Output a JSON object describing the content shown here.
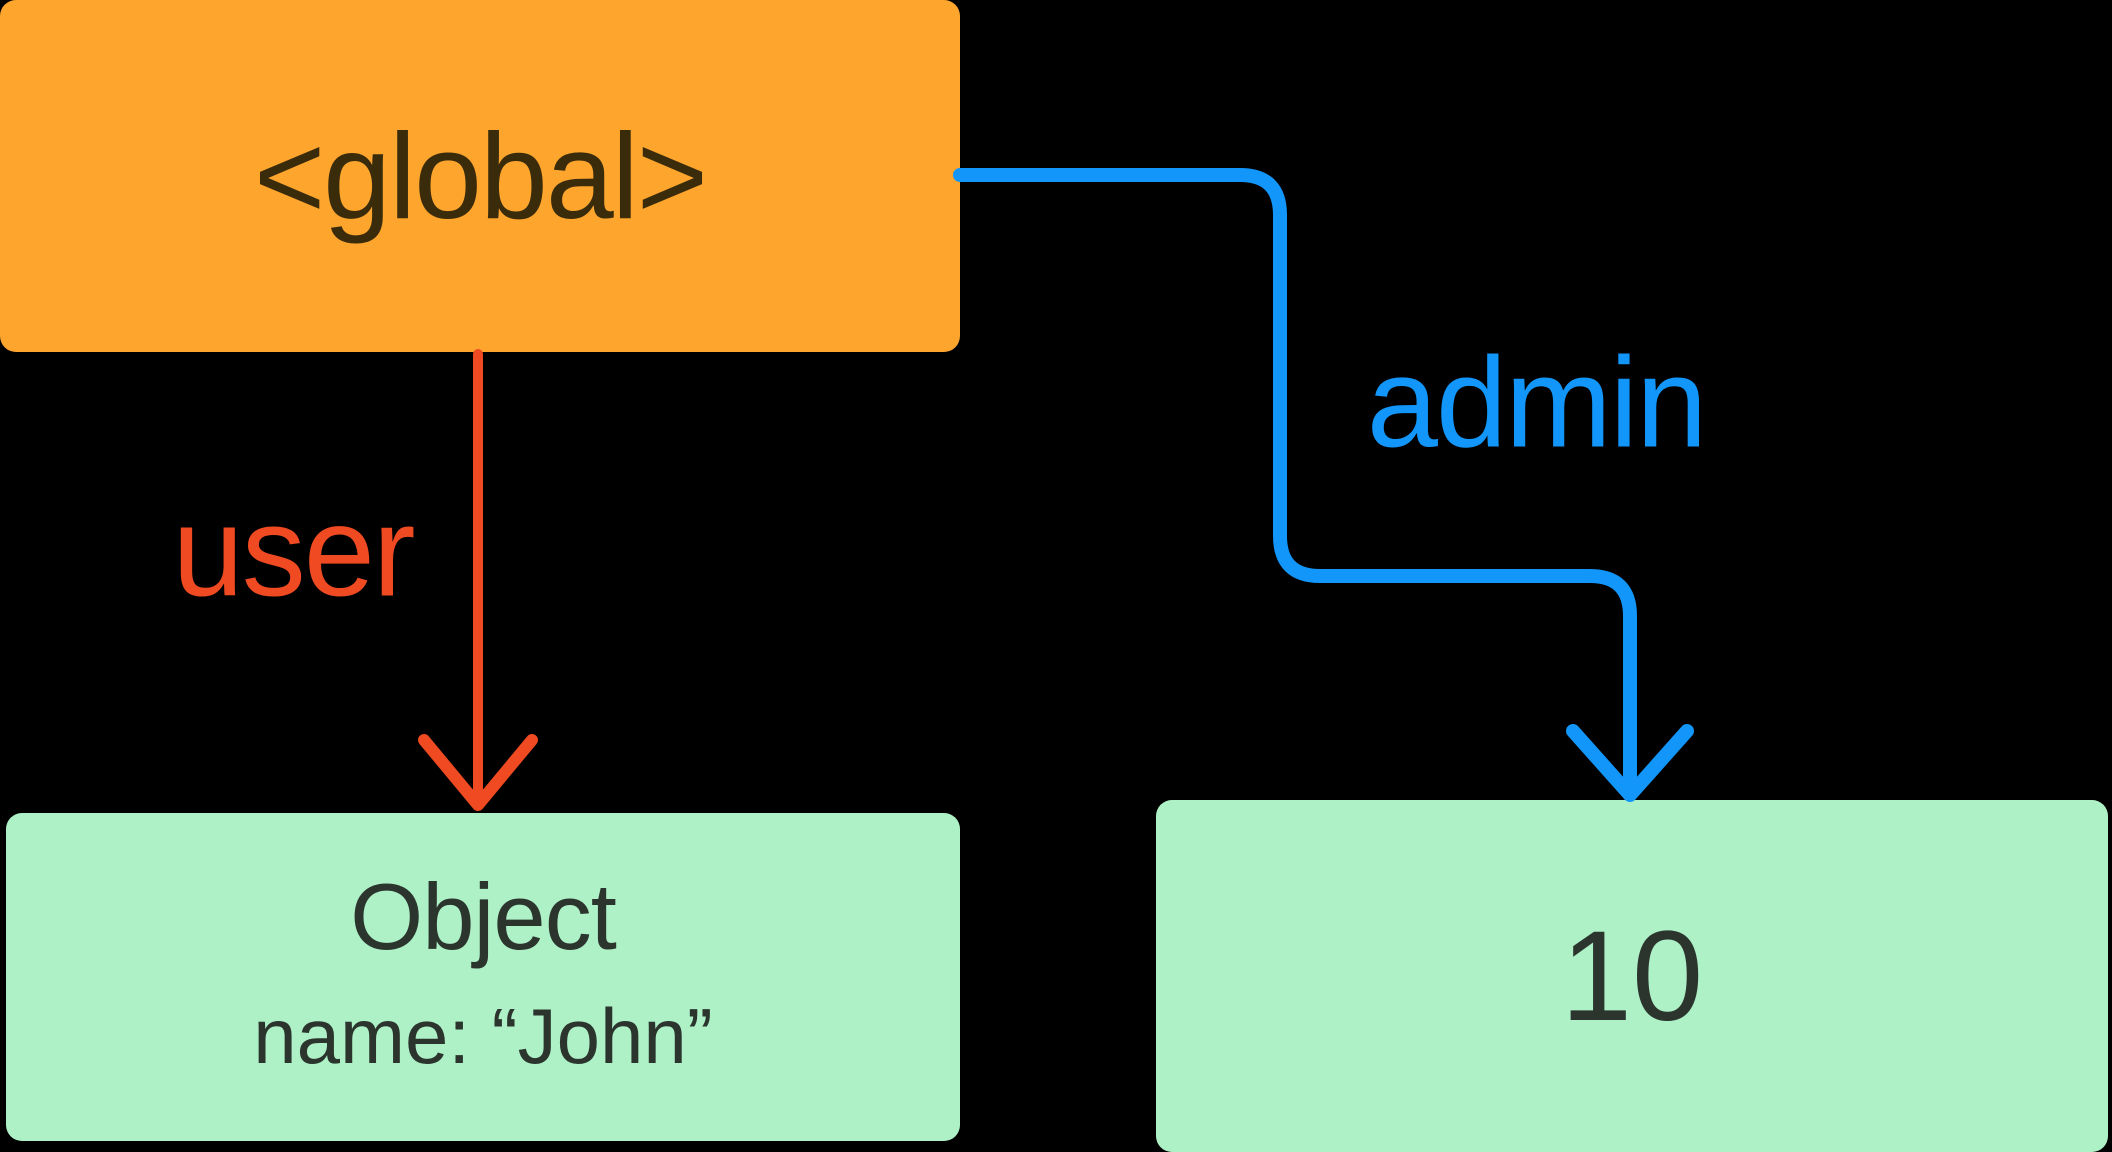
{
  "diagram": {
    "background_color": "#000000",
    "nodes": {
      "global": {
        "label": "<global>",
        "fill": "#FDA52D",
        "text_color": "#3A2B0B"
      },
      "user_object": {
        "title": "Object",
        "property": "name: “John”",
        "fill": "#AEF1C7",
        "text_color": "#2B352E"
      },
      "admin_value": {
        "value": "10",
        "fill": "#AEF1C7",
        "text_color": "#2B352E"
      }
    },
    "edges": {
      "user": {
        "label": "user",
        "color": "#EF4A21"
      },
      "admin": {
        "label": "admin",
        "color": "#1296FA"
      }
    }
  }
}
